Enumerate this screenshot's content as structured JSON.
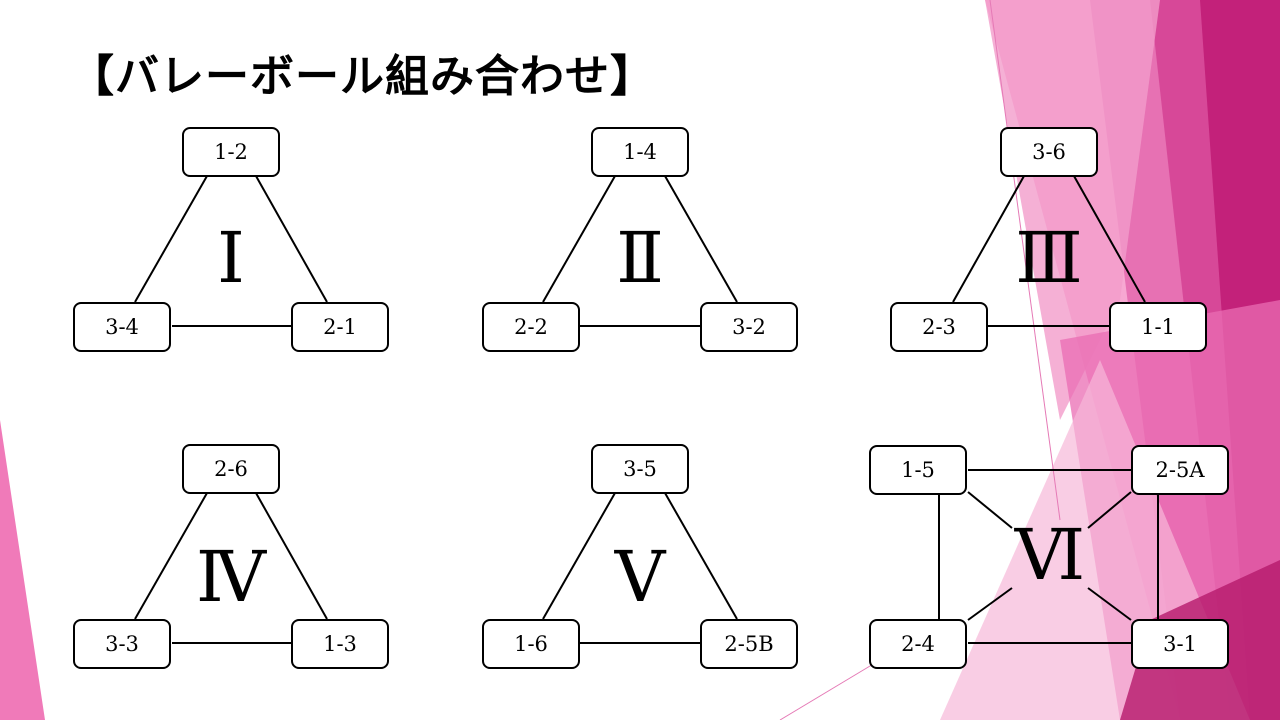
{
  "title": "【バレーボール組み合わせ】",
  "groups": [
    {
      "numeral": "Ⅰ",
      "top": "1-2",
      "left": "3-4",
      "right": "2-1"
    },
    {
      "numeral": "Ⅱ",
      "top": "1-4",
      "left": "2-2",
      "right": "3-2"
    },
    {
      "numeral": "Ⅲ",
      "top": "3-6",
      "left": "2-3",
      "right": "1-1"
    },
    {
      "numeral": "Ⅳ",
      "top": "2-6",
      "left": "3-3",
      "right": "1-3"
    },
    {
      "numeral": "Ⅴ",
      "top": "3-5",
      "left": "1-6",
      "right": "2-5B"
    },
    {
      "numeral": "Ⅵ",
      "top_left": "1-5",
      "top_right": "2-5A",
      "bottom_left": "2-4",
      "bottom_right": "3-1"
    }
  ],
  "colors": {
    "accent_dark": "#b5196b",
    "accent_mid": "#d0287f",
    "accent_light": "#f27bbd",
    "accent_pale": "#f8bfdc"
  }
}
